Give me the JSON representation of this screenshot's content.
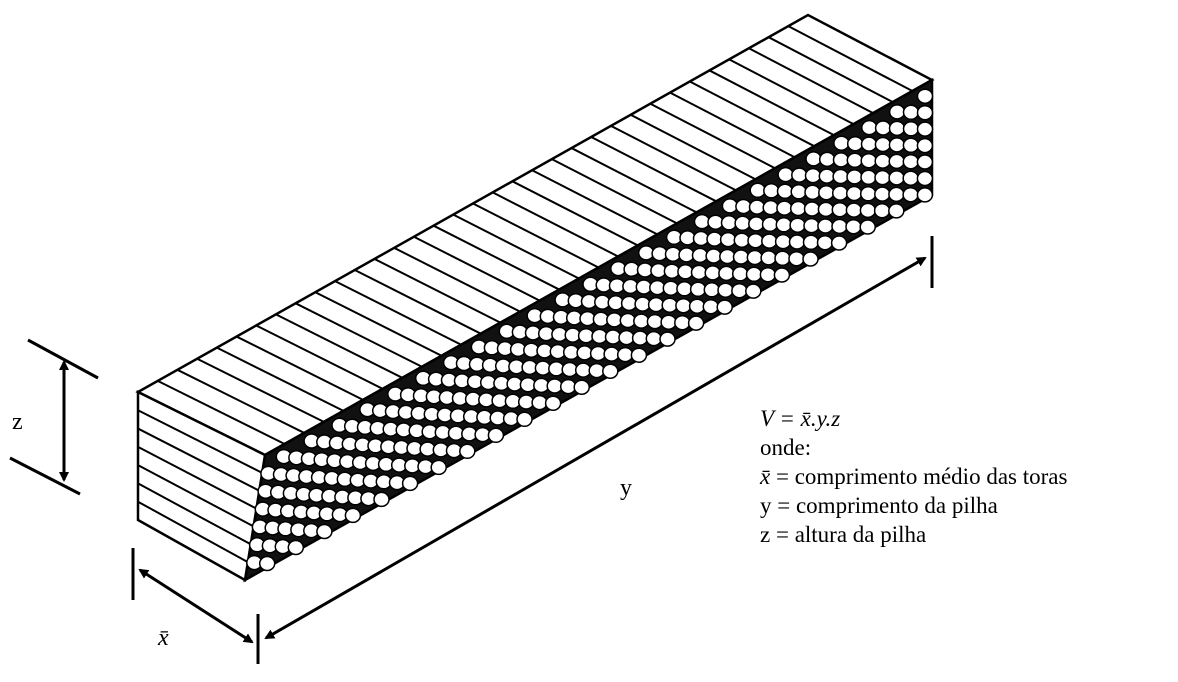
{
  "diagram": {
    "labels": {
      "z": "z",
      "y": "y",
      "x_bar": "x̄"
    },
    "legend": {
      "formula": "V = x̄.y.z",
      "intro": "onde:",
      "items": [
        {
          "symbol": "x̄",
          "text": "= comprimento médio das toras"
        },
        {
          "symbol": "y",
          "text": "= comprimento da pilha"
        },
        {
          "symbol": "z",
          "text": "= altura da pilha"
        }
      ]
    },
    "colors": {
      "ink": "#000000",
      "background": "#ffffff",
      "wood": "#ffffff"
    }
  }
}
